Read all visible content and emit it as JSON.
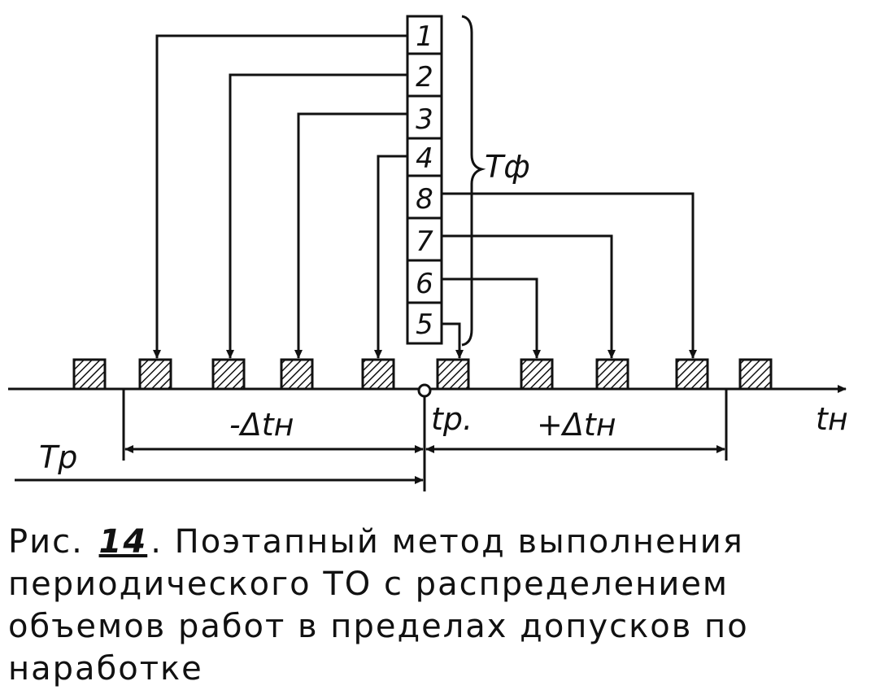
{
  "diagram": {
    "stage_boxes": [
      "1",
      "2",
      "3",
      "4",
      "8",
      "7",
      "6",
      "5"
    ],
    "labels": {
      "t_phi": "Tф",
      "minus_delta": "-Δtн",
      "plus_delta": "+Δtн",
      "t_r": "tр.",
      "T_r": "Tр",
      "t_n": "tн"
    }
  },
  "caption": {
    "prefix": "Рис.",
    "figure_number": "14",
    "text": "Поэтапный метод выполнения периодического ТО с распределением объемов работ в пределах допусков по наработке"
  }
}
